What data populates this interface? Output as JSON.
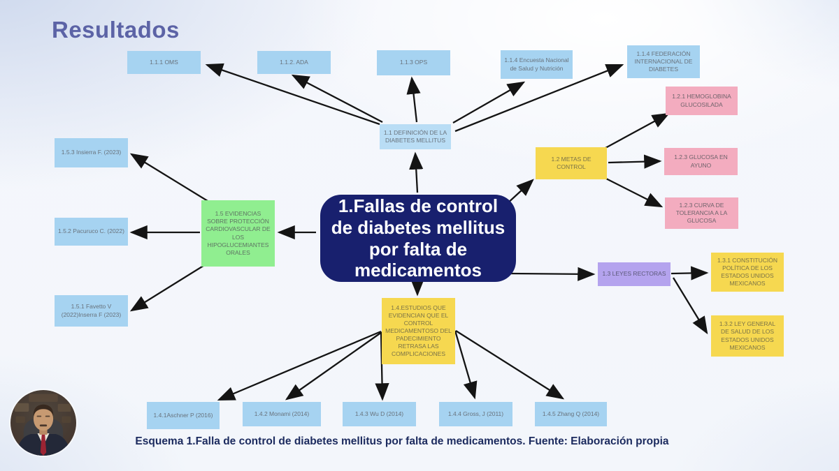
{
  "page": {
    "title": "Resultados",
    "caption": "Esquema 1.Falla de control de diabetes mellitus por falta de medicamentos. Fuente: Elaboración propia"
  },
  "colors": {
    "central": "#18206E",
    "blue": "#A6D3F1",
    "defblue": "#B9DDF5",
    "pink": "#F3ACBF",
    "yellow": "#F6D850",
    "green": "#90EE90",
    "purple": "#B4A3EE",
    "arrow": "#141414",
    "title": "#5C63A6",
    "caption": "#1B2A5E"
  },
  "central": {
    "label": "1.Fallas de control de diabetes mellitus por falta de medicamentos"
  },
  "nodes": {
    "n111": {
      "label": "1.1.1 OMS"
    },
    "n112": {
      "label": "1.1.2. ADA"
    },
    "n113": {
      "label": "1.1.3 OPS"
    },
    "n114enc": {
      "label": "1.1.4 Encuesta Nacional de Salud y Nutrición"
    },
    "n114fid": {
      "label": "1.1.4 FEDERACIÓN INTERNACIONAL DE DIABETES"
    },
    "n11": {
      "label": "1.1 DEFINICIÓN DE LA DIABETES MELLITUS"
    },
    "n121": {
      "label": "1.2.1 HEMOGLOBINA GLUCOSILADA"
    },
    "n12": {
      "label": "1.2 METAS DE CONTROL"
    },
    "n123gluc": {
      "label": "1.2.3 GLUCOSA EN AYUNO"
    },
    "n123curva": {
      "label": "1.2.3 CURVA DE TOLERANCIA A LA GLUCOSA"
    },
    "n13": {
      "label": "1.3 LEYES RECTORAS"
    },
    "n131": {
      "label": "1.3.1 CONSTITUCIÓN POLÍTICA DE LOS ESTADOS UNIDOS MEXICANOS"
    },
    "n132": {
      "label": "1.3.2 LEY GENERAL DE SALUD DE LOS ESTADOS UNIDOS MEXICANOS"
    },
    "n15": {
      "label": "1.5 EVIDENCIAS SOBRE PROTECCIÓN CARDIOVASCULAR DE LOS HIPOGLUCEMIANTES ORALES"
    },
    "n153": {
      "label": "1.5.3 Insierra F. (2023)"
    },
    "n152": {
      "label": "1.5.2 Pacuruco C. (2022)"
    },
    "n151": {
      "label": "1.5.1 Favetto V (2022)Inserra F (2023)"
    },
    "n14": {
      "label": "1.4.ESTUDIOS QUE EVIDENCIAN QUE EL CONTROL MEDICAMENTOSO DEL PADECIMIENTO RETRASA LAS COMPLICACIONES"
    },
    "n141": {
      "label": "1.4.1Aschner P (2016)"
    },
    "n142": {
      "label": "1.4.2 Monami (2014)"
    },
    "n143": {
      "label": "1.4.3 Wu D (2014)"
    },
    "n144": {
      "label": "1.4.4 Gross, J (2011)"
    },
    "n145": {
      "label": "1.4.5 Zhang Q (2014)"
    }
  },
  "webcam": {
    "icon": "presenter-avatar"
  }
}
